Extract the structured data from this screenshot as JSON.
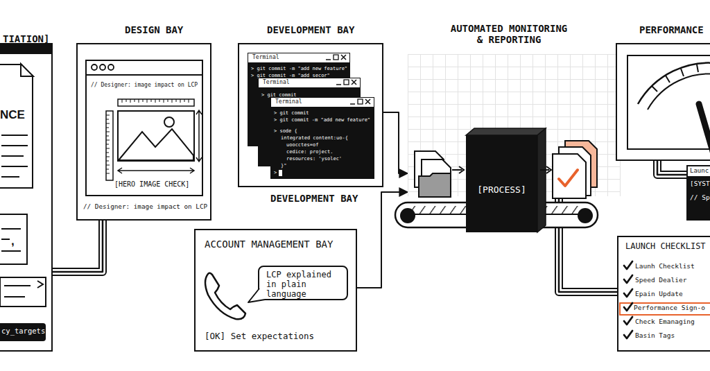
{
  "diagram": {
    "nodes": [
      {
        "text": [
          "TIATION]"
        ]
      },
      {
        "text": [
          "NCE"
        ],
        "in": 0
      },
      {
        "text": [
          ","
        ],
        "in": 0
      },
      {
        "text": [
          "cy_targets"
        ],
        "in": 0
      },
      {
        "text": [
          "DESIGN BAY",
          "// Designer: image impact on LCP"
        ]
      },
      {
        "text": [
          "// Designer: image impact on LCP",
          "[HERO IMAGE CHECK]"
        ],
        "in": 4
      },
      {
        "text": [
          "DEVELOPMENT BAY",
          "DEVELOPMENT BAY"
        ]
      },
      {
        "text": [
          "Terminal",
          "> git commit -m \"add new feature\"",
          "> git commit -m \"add secor\""
        ],
        "in": 6
      },
      {
        "text": [
          "Terminal",
          "> git commit"
        ],
        "in": 6
      },
      {
        "text": [
          "Terminal",
          "> git commit",
          "> git commit -m \"add new feature\"",
          "> sode {",
          "integrated content:uo-{",
          "uoocctes=of",
          "cedice: project.",
          "resources: 'ysolec'",
          "}\"",
          ">"
        ],
        "in": 6
      },
      {
        "text": [
          "ACCOUNT MANAGEMENT BAY",
          "[OK] Set expectations"
        ]
      },
      {
        "text": [
          "LCP explained in plain language"
        ],
        "in": 10
      },
      {
        "text": [
          "AUTOMATED MONITORING & REPORTING"
        ]
      },
      {
        "text": [
          "[PROCESS]"
        ],
        "in": 12
      },
      {
        "text": [
          "PERFORMANCE"
        ]
      },
      {
        "text": [
          "Launc",
          "[SYST",
          "// Sp"
        ]
      },
      {
        "text": [
          "LAUNCH CHECKLIST",
          "Launh Checklist",
          "Speed Dealier",
          "Epain Update",
          "Check Emanaging",
          "Basin Tags"
        ]
      },
      {
        "text": [
          "Performance Sign-o"
        ],
        "in": 16
      }
    ],
    "edges": [
      {
        "from": 0,
        "to": 4,
        "arrow": "none"
      },
      {
        "from": 6,
        "to": 12,
        "arrow": "to"
      },
      {
        "from": 10,
        "to": 12,
        "arrow": "to"
      },
      {
        "from": 13,
        "to": 14,
        "arrow": "none"
      },
      {
        "from": 12,
        "to": 16,
        "arrow": "none"
      },
      {
        "from": 14,
        "to": 15,
        "arrow": "none"
      }
    ]
  }
}
